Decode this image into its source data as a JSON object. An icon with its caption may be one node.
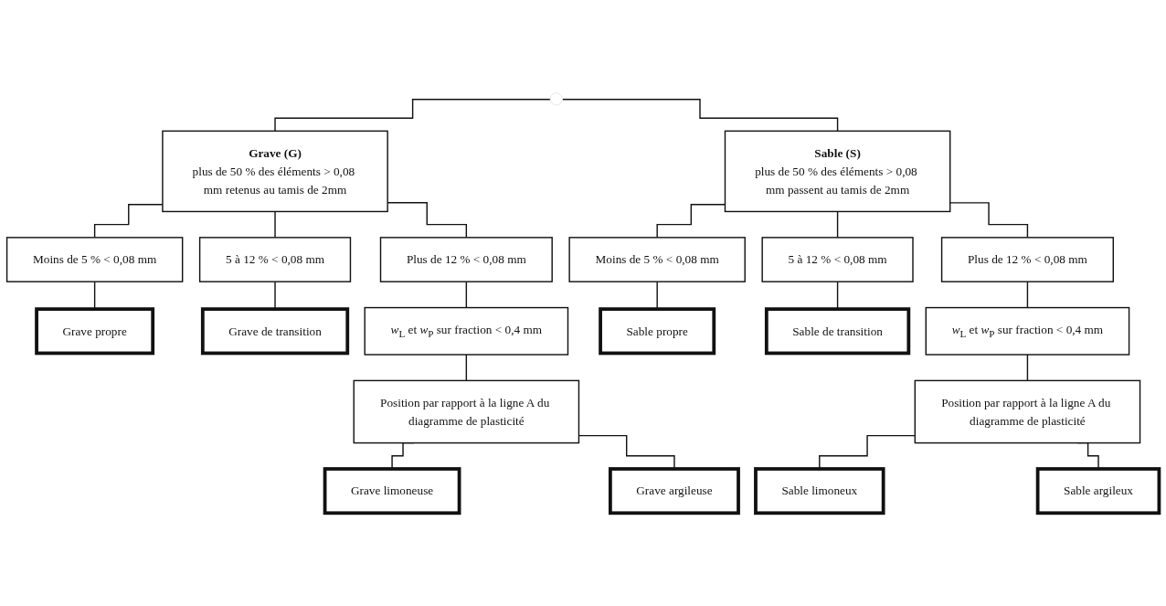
{
  "diagram": {
    "nodes": [
      {
        "text": [
          "Grave (G)",
          "plus de 50 % des éléments > 0,08 mm retenus au tamis de 2mm"
        ]
      },
      {
        "text": [
          "Sable (S)",
          "plus de 50 % des éléments > 0,08 mm passent au tamis de 2mm"
        ]
      },
      {
        "text": [
          "Moins de 5 % < 0,08 mm"
        ]
      },
      {
        "text": [
          "5 à 12 % < 0,08 mm"
        ]
      },
      {
        "text": [
          "Plus de 12 % < 0,08 mm"
        ]
      },
      {
        "text": [
          "Moins de 5 % < 0,08 mm"
        ]
      },
      {
        "text": [
          "5 à 12 % < 0,08 mm"
        ]
      },
      {
        "text": [
          "Plus de 12 % < 0,08 mm"
        ]
      },
      {
        "text": [
          "Grave propre"
        ]
      },
      {
        "text": [
          "Grave de transition"
        ]
      },
      {
        "text": [
          "*w*$_{L}$ et *w*$_{P}$ sur fraction < 0,4 mm"
        ]
      },
      {
        "text": [
          "Sable propre"
        ]
      },
      {
        "text": [
          "Sable de transition"
        ]
      },
      {
        "text": [
          "*w*$_{L}$ et *w*$_{P}$ sur fraction < 0,4 mm"
        ]
      },
      {
        "text": [
          "Position par rapport à la ligne A du diagramme de plasticité"
        ]
      },
      {
        "text": [
          "Position par rapport à la ligne A du diagramme de plasticité"
        ]
      },
      {
        "text": [
          "Grave limoneuse"
        ]
      },
      {
        "text": [
          "Grave argileuse"
        ]
      },
      {
        "text": [
          "Sable limoneux"
        ]
      },
      {
        "text": [
          "Sable argileux"
        ]
      }
    ],
    "edges": [
      {
        "from": null,
        "to": 0,
        "arrow": "none"
      },
      {
        "from": null,
        "to": 1,
        "arrow": "none"
      },
      {
        "from": 0,
        "to": 2,
        "arrow": "none"
      },
      {
        "from": 0,
        "to": 3,
        "arrow": "none"
      },
      {
        "from": 0,
        "to": 4,
        "arrow": "none"
      },
      {
        "from": 1,
        "to": 5,
        "arrow": "none"
      },
      {
        "from": 1,
        "to": 6,
        "arrow": "none"
      },
      {
        "from": 1,
        "to": 7,
        "arrow": "none"
      },
      {
        "from": 2,
        "to": 8,
        "arrow": "none"
      },
      {
        "from": 3,
        "to": 9,
        "arrow": "none"
      },
      {
        "from": 4,
        "to": 10,
        "arrow": "none"
      },
      {
        "from": 5,
        "to": 11,
        "arrow": "none"
      },
      {
        "from": 6,
        "to": 12,
        "arrow": "none"
      },
      {
        "from": 7,
        "to": 13,
        "arrow": "none"
      },
      {
        "from": 10,
        "to": 14,
        "arrow": "none"
      },
      {
        "from": 13,
        "to": 15,
        "arrow": "none"
      },
      {
        "from": 14,
        "to": 16,
        "arrow": "none"
      },
      {
        "from": 14,
        "to": 17,
        "arrow": "none"
      },
      {
        "from": 15,
        "to": 18,
        "arrow": "none"
      },
      {
        "from": 15,
        "to": 19,
        "arrow": "none"
      }
    ]
  }
}
